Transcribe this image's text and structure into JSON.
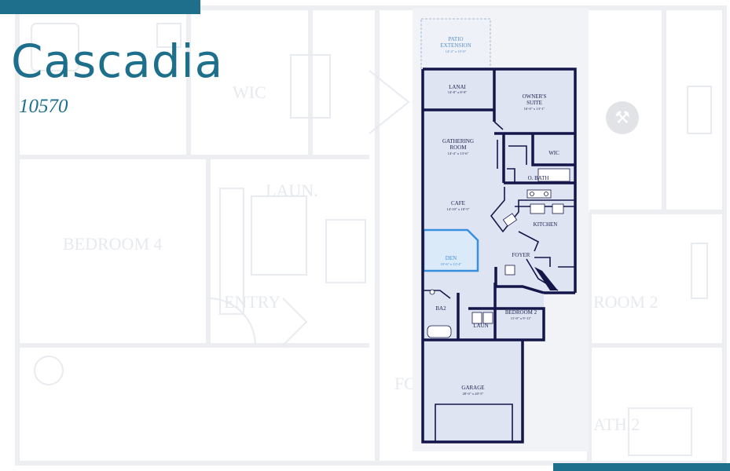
{
  "header": {
    "title": "Cascadia",
    "subtitle": "10570"
  },
  "colors": {
    "accent": "#1d6f8c",
    "plan_wall": "#14164a",
    "plan_fill": "#dfe4f2",
    "den_highlight": "#3a8ee0",
    "bar": "#1d6f8c"
  },
  "icons": {
    "tools": "wrench-screwdriver-icon"
  },
  "background_plan_labels": {
    "wic": "WIC",
    "laun": "LAUN.",
    "bedroom4": "BEDROOM 4",
    "entry": "ENTRY",
    "bedroom2": "ROOM 2",
    "bath2": "ATH 2",
    "fo": "FO"
  },
  "floorplan": {
    "rooms": {
      "patio": {
        "name": "PATIO",
        "name2": "EXTENSION",
        "dims": "14'-4\" x 10'-0\""
      },
      "lanai": {
        "name": "LANAI",
        "dims": "14'-8\" x 8'-8\""
      },
      "owners": {
        "name": "OWNER'S",
        "name2": "SUITE",
        "dims": "16'-0\" x 13'-1\""
      },
      "gathering": {
        "name": "GATHERING",
        "name2": "ROOM",
        "dims": "14'-4\" x 13'-6\""
      },
      "wic": {
        "name": "WIC"
      },
      "obath": {
        "name": "O. BATH"
      },
      "cafe": {
        "name": "CAFE",
        "dims": "14'-10\" x 10'-5\""
      },
      "kitchen": {
        "name": "KITCHEN"
      },
      "den": {
        "name": "DEN",
        "dims": "10'-6\" x 12'-4\""
      },
      "foyer": {
        "name": "FOYER"
      },
      "ba2": {
        "name": "BA2"
      },
      "bedroom2": {
        "name": "BEDROOM 2",
        "dims": "11'-0\" x 9'-11\""
      },
      "laun": {
        "name": "LAUN"
      },
      "garage": {
        "name": "GARAGE",
        "dims": "20'-0\" x 20'-5\""
      }
    }
  }
}
